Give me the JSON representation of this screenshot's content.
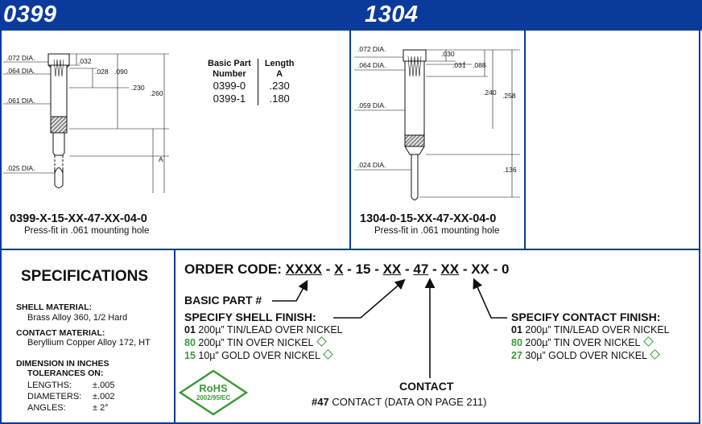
{
  "header": {
    "left_part": "0399",
    "right_part": "1304"
  },
  "part_0399": {
    "part_number": "0399-X-15-XX-47-XX-04-0",
    "subtitle": "Press-fit in .061 mounting hole",
    "dims": {
      "d072": ".072 DIA.",
      "d064": ".064 DIA.",
      "d061": ".061 DIA.",
      "d025": ".025 DIA.",
      "v032": ".032",
      "v028": ".028",
      "v090": ".090",
      "v230": ".230",
      "v260": ".260",
      "vA": "A"
    }
  },
  "part_table": {
    "headers": [
      "Basic Part Number",
      "Length A"
    ],
    "header_lines": [
      [
        "Basic Part",
        "Number"
      ],
      [
        "Length",
        "A"
      ]
    ],
    "rows": [
      [
        "0399-0",
        ".230"
      ],
      [
        "0399-1",
        ".180"
      ]
    ]
  },
  "part_1304": {
    "part_number": "1304-0-15-XX-47-XX-04-0",
    "subtitle": "Press-fit in .061 mounting hole",
    "dims": {
      "d072": ".072 DIA.",
      "d064": ".064 DIA.",
      "d059": ".059 DIA.",
      "d024": ".024 DIA.",
      "v030": ".030",
      "v031": ".031",
      "v088": ".088",
      "v240": ".240",
      "v258": ".258",
      "v136": ".136"
    }
  },
  "specifications": {
    "title": "SPECIFICATIONS",
    "shell_label": "SHELL MATERIAL:",
    "shell_value": "Brass Alloy 360, 1/2 Hard",
    "contact_label": "CONTACT MATERIAL:",
    "contact_value": "Beryllium Copper Alloy 172, HT",
    "dim_label": "DIMENSION IN INCHES",
    "tol_label": "TOLERANCES ON:",
    "tolerances": [
      {
        "name": "LENGTHS:",
        "value": "±.005"
      },
      {
        "name": "DIAMETERS:",
        "value": "±.002"
      },
      {
        "name": "ANGLES:",
        "value": "± 2°"
      }
    ],
    "rohs": {
      "title": "RoHS",
      "code": "2002/95/EC"
    }
  },
  "order_code": {
    "label": "ORDER CODE:",
    "seg1": "XXXX",
    "seg2": "X",
    "seg3": "15",
    "seg4": "XX",
    "seg5": "47",
    "seg6": "XX",
    "seg7": "XX",
    "seg8": "0",
    "dash": " - ",
    "basic_part": "BASIC PART #",
    "shell_finish": "SPECIFY SHELL FINISH:",
    "contact_finish": "SPECIFY CONTACT FINISH:",
    "contact": "CONTACT",
    "contact_ref_num": "#47",
    "contact_ref": " CONTACT (DATA ON PAGE 211)",
    "shell_options": [
      {
        "code": "01",
        "text": " 200µ” TIN/LEAD OVER NICKEL",
        "green": false
      },
      {
        "code": "80",
        "text": " 200µ” TIN OVER NICKEL",
        "green": true
      },
      {
        "code": "15",
        "text": " 10µ” GOLD OVER NICKEL",
        "green": true
      }
    ],
    "contact_options": [
      {
        "code": "01",
        "text": " 200µ” TIN/LEAD OVER NICKEL",
        "green": false
      },
      {
        "code": "80",
        "text": " 200µ” TIN OVER NICKEL",
        "green": true
      },
      {
        "code": "27",
        "text": " 30µ” GOLD OVER NICKEL",
        "green": true
      }
    ],
    "colors": {
      "brand_blue": "#0a3a9c",
      "rohs_green": "#3a9b3a"
    }
  }
}
